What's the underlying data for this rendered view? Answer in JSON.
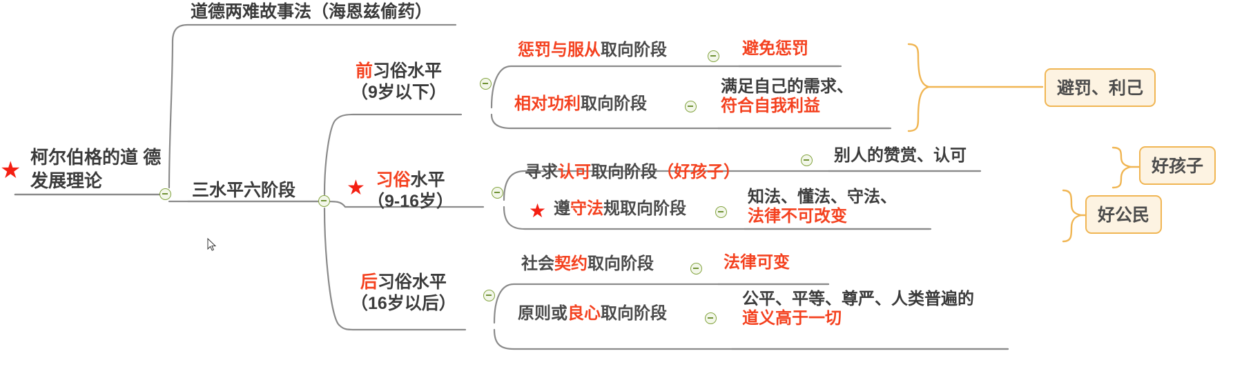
{
  "diagram": {
    "type": "mind-map",
    "title": "柯尔伯格的道德发展理论",
    "root": {
      "label": "柯尔伯格的道德发展理论",
      "starred": true
    },
    "branches": [
      {
        "label": "道德两难故事法（海恩兹偷药）",
        "children": []
      },
      {
        "label": "三水平六阶段",
        "children": [
          {
            "emphasis": "前",
            "rest": "习俗水平",
            "age": "（9岁以下）",
            "starred": false,
            "stages": [
              {
                "emphasis": "惩罚与服从",
                "rest": "取向阶段",
                "suffix": "",
                "detail_line1": "避免惩罚",
                "detail_line1_red": true,
                "detail_line2": "",
                "detail_line2_red": false,
                "starred": false
              },
              {
                "emphasis": "相对功利",
                "rest": "取向阶段",
                "suffix": "",
                "detail_line1": "满足自己的需求、",
                "detail_line1_red": false,
                "detail_line2": "符合自我利益",
                "detail_line2_red": true,
                "starred": false
              }
            ],
            "summary": "避罚、利己"
          },
          {
            "emphasis": "习俗",
            "rest": "水平",
            "age": "（9-16岁）",
            "starred": true,
            "stages": [
              {
                "prefix": "寻求",
                "emphasis": "认可",
                "rest": "取向阶段",
                "suffix": "（好孩子）",
                "detail_line1": "别人的赞赏、认可",
                "detail_line1_red": false,
                "detail_line2": "",
                "detail_line2_red": false,
                "starred": false
              },
              {
                "prefix": "遵",
                "emphasis": "守法",
                "rest": "规取向阶段",
                "suffix": "",
                "detail_line1": "知法、懂法、守法、",
                "detail_line1_red": false,
                "detail_line2": "法律不可改变",
                "detail_line2_red": true,
                "starred": true
              }
            ],
            "summary": "好孩子",
            "summary2": "好公民"
          },
          {
            "emphasis": "后",
            "rest": "习俗水平",
            "age": "（16岁以后）",
            "starred": false,
            "stages": [
              {
                "prefix": "社会",
                "emphasis": "契约",
                "rest": "取向阶段",
                "suffix": "",
                "detail_line1": "法律可变",
                "detail_line1_red": true,
                "detail_line2": "",
                "detail_line2_red": false,
                "starred": false
              },
              {
                "prefix": "原则或",
                "emphasis": "良心",
                "rest": "取向阶段",
                "suffix": "",
                "detail_line1": "公平、平等、尊严、人类普遍的",
                "detail_line1_red": false,
                "detail_line2": "道义高于一切",
                "detail_line2_red": true,
                "starred": false
              }
            ]
          }
        ]
      }
    ]
  },
  "nodes": {
    "root_label": "柯尔伯格的道\n德发展理论",
    "method_label": "道德两难故事法（海恩兹偷药）",
    "threelevel_label": "三水平六阶段",
    "level_pre_emph": "前",
    "level_pre_rest": "习俗水平",
    "level_pre_age": "（9岁以下）",
    "level_con_emph": "习俗",
    "level_con_rest": "水平",
    "level_con_age": "（9-16岁）",
    "level_post_emph": "后",
    "level_post_rest": "习俗水平",
    "level_post_age": "（16岁以后）",
    "stage1_emph": "惩罚与服从",
    "stage1_rest": "取向阶段",
    "stage2_emph": "相对功利",
    "stage2_rest": "取向阶段",
    "stage3_pre": "寻求",
    "stage3_emph": "认可",
    "stage3_rest": "取向阶段",
    "stage3_suffix": "（好孩子）",
    "stage4_pre": "遵",
    "stage4_emph": "守法",
    "stage4_rest": "规取向阶段",
    "stage5_pre": "社会",
    "stage5_emph": "契约",
    "stage5_rest": "取向阶段",
    "stage6_pre": "原则或",
    "stage6_emph": "良心",
    "stage6_rest": "取向阶段",
    "detail1": "避免惩罚",
    "detail2_line1": "满足自己的需求、",
    "detail2_line2": "符合自我利益",
    "detail3": "别人的赞赏、认可",
    "detail4_line1": "知法、懂法、守法、",
    "detail4_line2": "法律不可改变",
    "detail5": "法律可变",
    "detail6_line1": "公平、平等、尊严、人类普遍的",
    "detail6_line2": "道义高于一切",
    "summary1": "避罚、利己",
    "summary2": "好孩子",
    "summary3": "好公民",
    "star_glyph": "★"
  },
  "colors": {
    "accent_red": "#f4411f",
    "text_dark": "#3b3b3b",
    "link_gray": "#8a8a8a",
    "toggle_green": "#82a33e",
    "summary_border": "#f0b552",
    "summary_fill": "#fdf3e2",
    "star_red": "#f41f12"
  }
}
